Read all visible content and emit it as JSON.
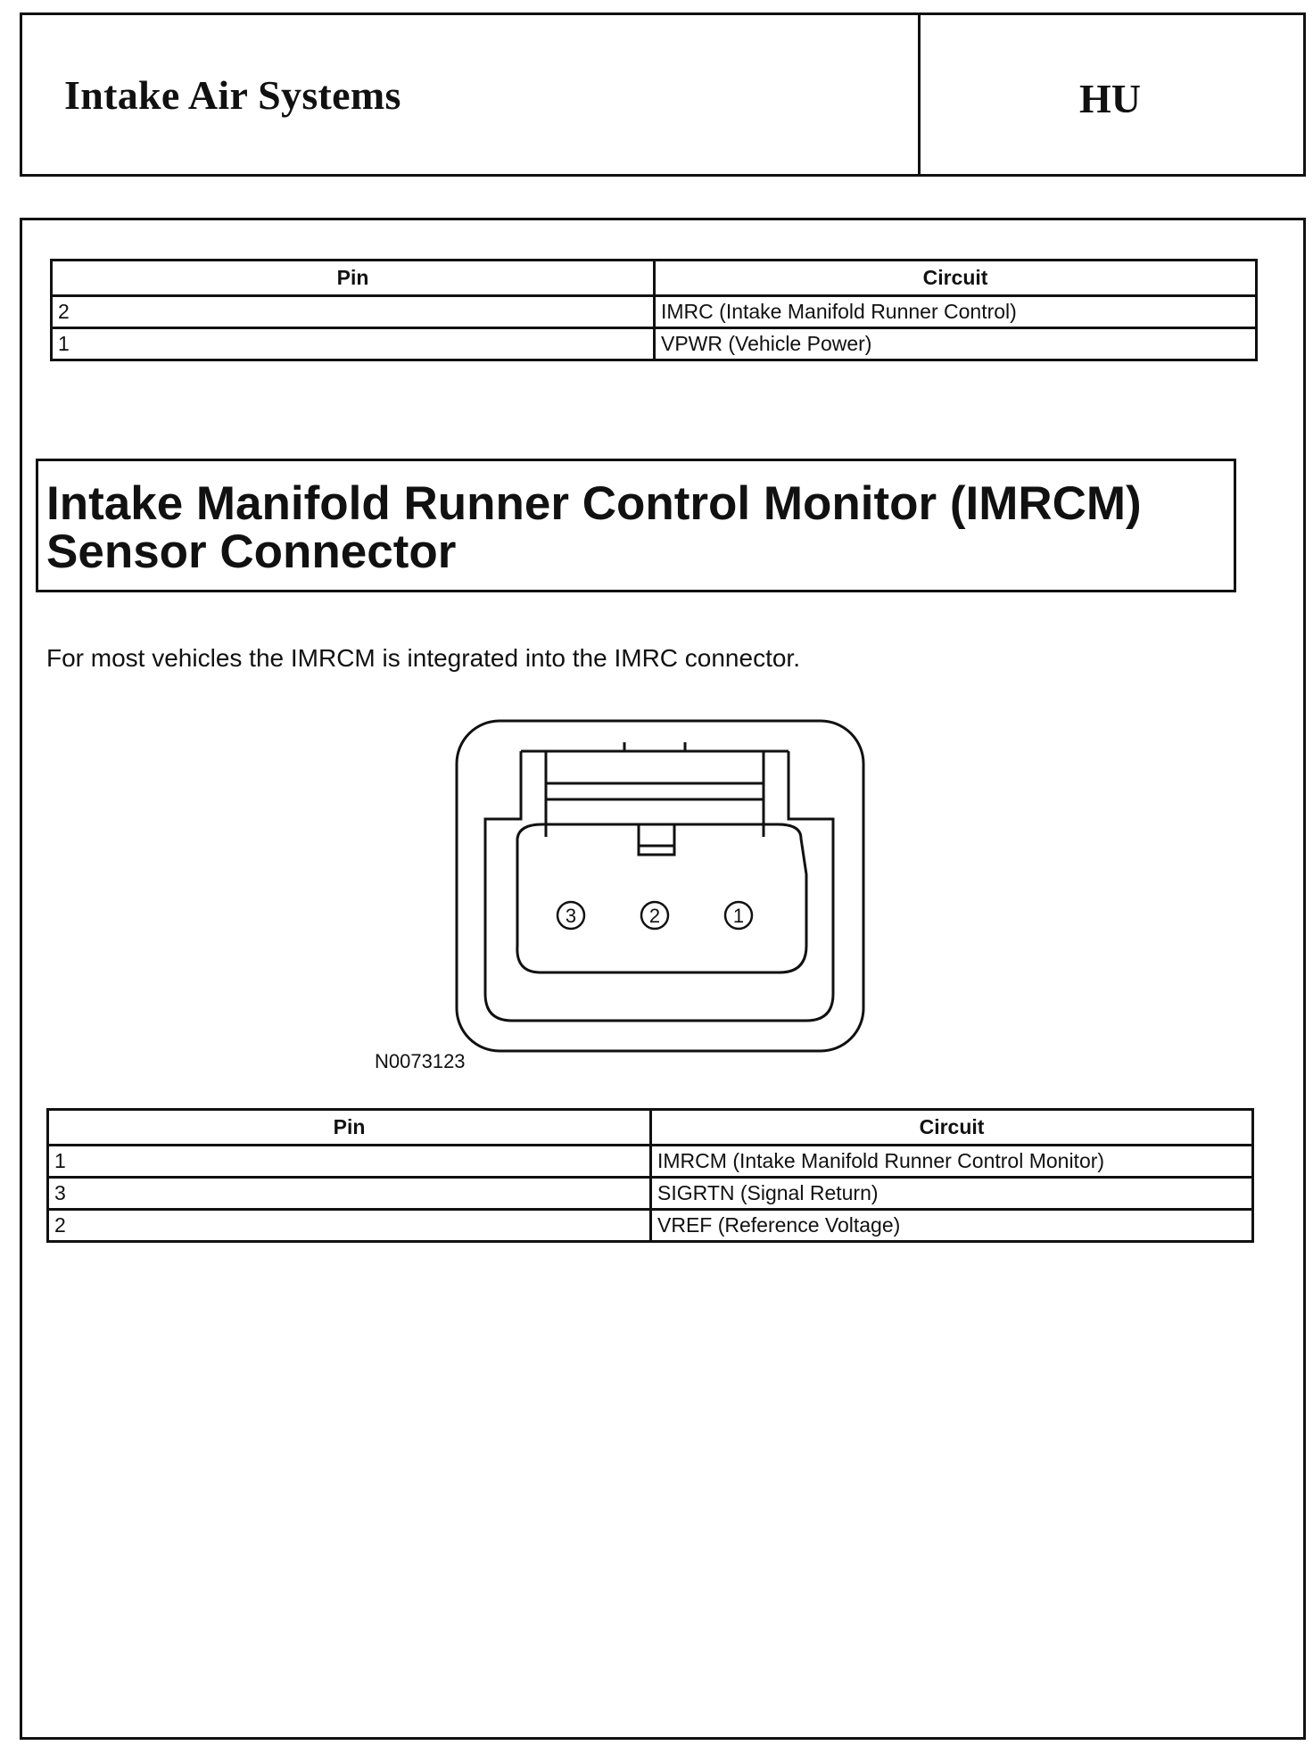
{
  "header": {
    "title": "Intake Air Systems",
    "code": "HU"
  },
  "table1": {
    "headers": [
      "Pin",
      "Circuit"
    ],
    "rows": [
      [
        "2",
        "IMRC (Intake Manifold Runner Control)"
      ],
      [
        "1",
        "VPWR (Vehicle Power)"
      ]
    ]
  },
  "section": {
    "title": "Intake Manifold Runner Control Monitor (IMRCM) Sensor Connector",
    "intro": "For most vehicles the IMRCM is integrated into the IMRC connector."
  },
  "figure": {
    "id": "N0073123",
    "pins": [
      "3",
      "2",
      "1"
    ]
  },
  "table2": {
    "headers": [
      "Pin",
      "Circuit"
    ],
    "rows": [
      [
        "1",
        "IMRCM (Intake Manifold Runner Control Monitor)"
      ],
      [
        "3",
        "SIGRTN (Signal Return)"
      ],
      [
        "2",
        "VREF (Reference Voltage)"
      ]
    ]
  }
}
